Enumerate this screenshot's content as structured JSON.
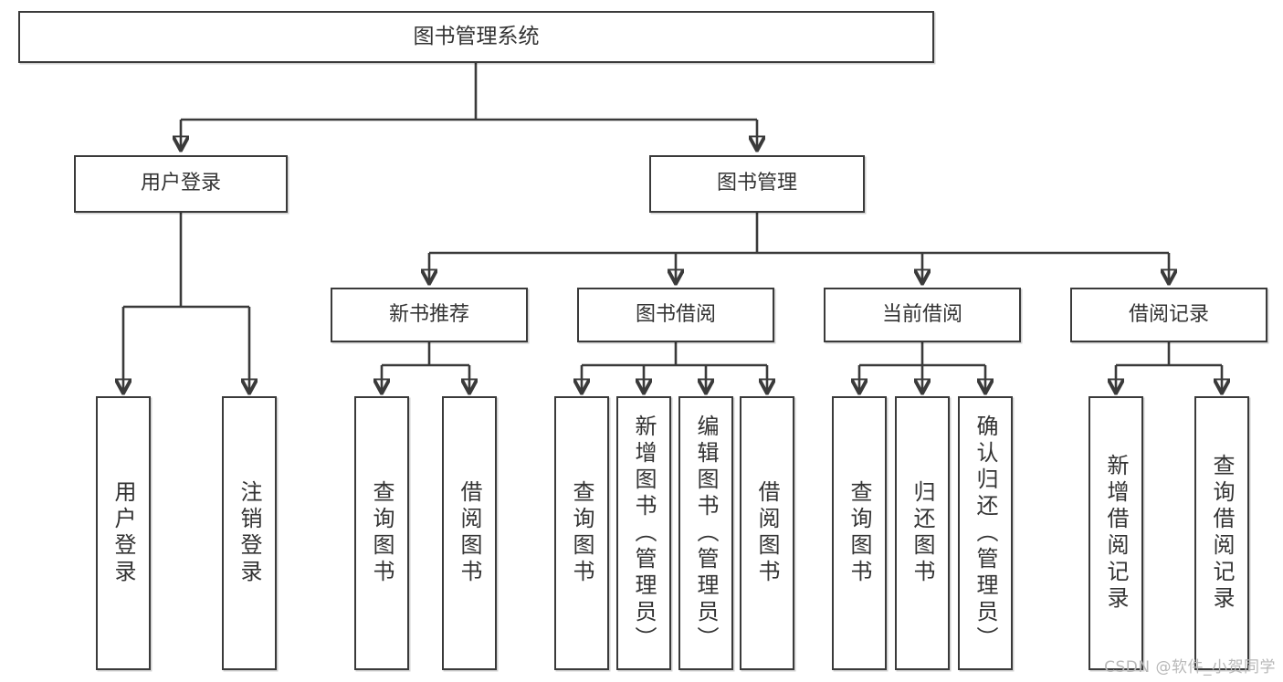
{
  "diagram": {
    "title": "图书管理系统",
    "watermark": "CSDN @软件_小贺同学",
    "levels": {
      "root": {
        "label": "图书管理系统"
      },
      "level2": [
        {
          "label": "用户登录"
        },
        {
          "label": "图书管理"
        }
      ],
      "level3": [
        {
          "label": "新书推荐"
        },
        {
          "label": "图书借阅"
        },
        {
          "label": "当前借阅"
        },
        {
          "label": "借阅记录"
        }
      ],
      "leaves": {
        "user_login": [
          {
            "label": "用户登录"
          },
          {
            "label": "注销登录"
          }
        ],
        "new_book_recommend": [
          {
            "label": "查询图书"
          },
          {
            "label": "借阅图书"
          }
        ],
        "book_borrow": [
          {
            "label": "查询图书"
          },
          {
            "label": "新增图书（管理员）"
          },
          {
            "label": "编辑图书（管理员）"
          },
          {
            "label": "借阅图书"
          }
        ],
        "current_borrow": [
          {
            "label": "查询图书"
          },
          {
            "label": "归还图书"
          },
          {
            "label": "确认归还（管理员）"
          }
        ],
        "borrow_record": [
          {
            "label": "新增借阅记录"
          },
          {
            "label": "查询借阅记录"
          }
        ]
      }
    },
    "colors": {
      "stroke": "#3a3a3a",
      "fill": "#ffffff",
      "text": "#333333",
      "watermark": "#b8b8b8"
    }
  }
}
